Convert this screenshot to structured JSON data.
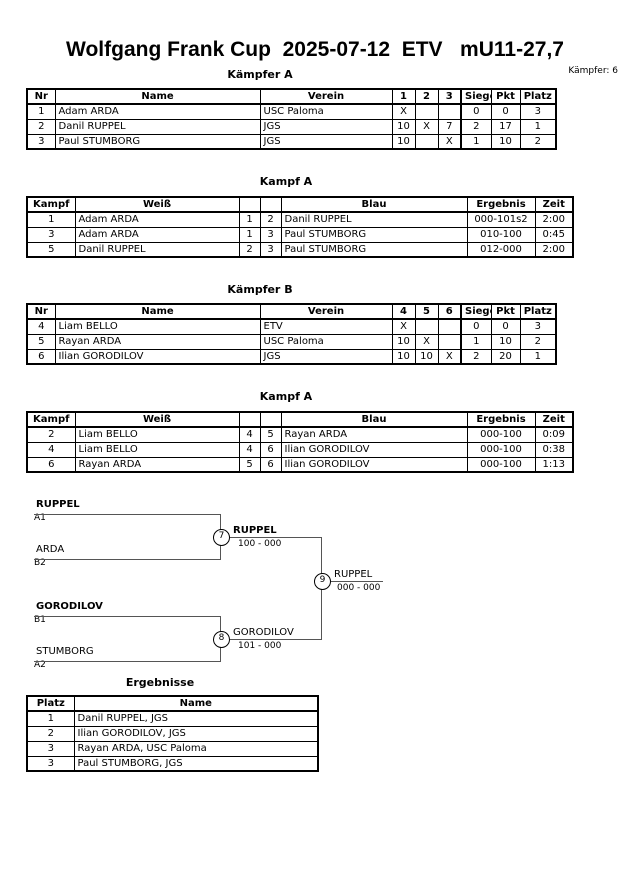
{
  "header": {
    "title": "Wolfgang Frank Cup  2025-07-12  ETV   mU11-27,7",
    "fighters_count_label": "Kämpfer: 6"
  },
  "sections": {
    "pool_a_caption": "Kämpfer A",
    "pool_a_matches_caption": "Kampf A",
    "pool_b_caption": "Kämpfer B",
    "pool_b_matches_caption": "Kampf A",
    "results_caption": "Ergebnisse"
  },
  "pool_a": {
    "headers": [
      "Nr",
      "Name",
      "Verein",
      "1",
      "2",
      "3",
      "Siege",
      "Pkt",
      "Platz"
    ],
    "rows": [
      {
        "nr": "1",
        "name": "Adam ARDA",
        "verein": "USC Paloma",
        "m1": "X",
        "m2": "",
        "m3": "",
        "siege": "0",
        "pkt": "0",
        "platz": "3"
      },
      {
        "nr": "2",
        "name": "Danil RUPPEL",
        "verein": "JGS",
        "m1": "10",
        "m2": "X",
        "m3": "7",
        "siege": "2",
        "pkt": "17",
        "platz": "1"
      },
      {
        "nr": "3",
        "name": "Paul STUMBORG",
        "verein": "JGS",
        "m1": "10",
        "m2": "",
        "m3": "X",
        "siege": "1",
        "pkt": "10",
        "platz": "2"
      }
    ]
  },
  "pool_a_matches": {
    "headers": [
      "Kampf",
      "Weiß",
      "",
      "",
      "Blau",
      "Ergebnis",
      "Zeit"
    ],
    "rows": [
      {
        "kampf": "1",
        "weiss": "Adam ARDA",
        "weiss_bold": false,
        "nw": "1",
        "nb": "2",
        "blau": "Danil RUPPEL",
        "blau_bold": true,
        "ergebnis": "000-101s2",
        "zeit": "2:00"
      },
      {
        "kampf": "3",
        "weiss": "Adam ARDA",
        "weiss_bold": false,
        "nw": "1",
        "nb": "3",
        "blau": "Paul STUMBORG",
        "blau_bold": true,
        "ergebnis": "010-100",
        "zeit": "0:45"
      },
      {
        "kampf": "5",
        "weiss": "Danil RUPPEL",
        "weiss_bold": true,
        "nw": "2",
        "nb": "3",
        "blau": "Paul STUMBORG",
        "blau_bold": false,
        "ergebnis": "012-000",
        "zeit": "2:00"
      }
    ]
  },
  "pool_b": {
    "headers": [
      "Nr",
      "Name",
      "Verein",
      "4",
      "5",
      "6",
      "Siege",
      "Pkt",
      "Platz"
    ],
    "rows": [
      {
        "nr": "4",
        "name": "Liam BELLO",
        "verein": "ETV",
        "m1": "X",
        "m2": "",
        "m3": "",
        "siege": "0",
        "pkt": "0",
        "platz": "3"
      },
      {
        "nr": "5",
        "name": "Rayan ARDA",
        "verein": "USC Paloma",
        "m1": "10",
        "m2": "X",
        "m3": "",
        "siege": "1",
        "pkt": "10",
        "platz": "2"
      },
      {
        "nr": "6",
        "name": "Ilian GORODILOV",
        "verein": "JGS",
        "m1": "10",
        "m2": "10",
        "m3": "X",
        "siege": "2",
        "pkt": "20",
        "platz": "1"
      }
    ]
  },
  "pool_b_matches": {
    "headers": [
      "Kampf",
      "Weiß",
      "",
      "",
      "Blau",
      "Ergebnis",
      "Zeit"
    ],
    "rows": [
      {
        "kampf": "2",
        "weiss": "Liam BELLO",
        "weiss_bold": false,
        "nw": "4",
        "nb": "5",
        "blau": "Rayan ARDA",
        "blau_bold": true,
        "ergebnis": "000-100",
        "zeit": "0:09"
      },
      {
        "kampf": "4",
        "weiss": "Liam BELLO",
        "weiss_bold": false,
        "nw": "4",
        "nb": "6",
        "blau": "Ilian GORODILOV",
        "blau_bold": true,
        "ergebnis": "000-100",
        "zeit": "0:38"
      },
      {
        "kampf": "6",
        "weiss": "Rayan ARDA",
        "weiss_bold": false,
        "nw": "5",
        "nb": "6",
        "blau": "Ilian GORODILOV",
        "blau_bold": true,
        "ergebnis": "000-100",
        "zeit": "1:13"
      }
    ]
  },
  "bracket": {
    "entries": [
      {
        "name": "RUPPEL",
        "seed": "A1",
        "bold": true
      },
      {
        "name": "ARDA",
        "seed": "B2",
        "bold": false
      },
      {
        "name": "GORODILOV",
        "seed": "B1",
        "bold": true
      },
      {
        "name": "STUMBORG",
        "seed": "A2",
        "bold": false
      }
    ],
    "nodes": [
      {
        "number": "7",
        "winner": "RUPPEL",
        "score": "100 - 000",
        "bold": true
      },
      {
        "number": "8",
        "winner": "GORODILOV",
        "score": "101 - 000",
        "bold": false
      },
      {
        "number": "9",
        "winner": "RUPPEL",
        "score": "000 - 000",
        "bold": false
      }
    ]
  },
  "results": {
    "headers": [
      "Platz",
      "Name"
    ],
    "rows": [
      {
        "platz": "1",
        "name": "Danil RUPPEL, JGS"
      },
      {
        "platz": "2",
        "name": "Ilian GORODILOV, JGS"
      },
      {
        "platz": "3",
        "name": "Rayan ARDA, USC Paloma"
      },
      {
        "platz": "3",
        "name": "Paul STUMBORG, JGS"
      }
    ]
  }
}
